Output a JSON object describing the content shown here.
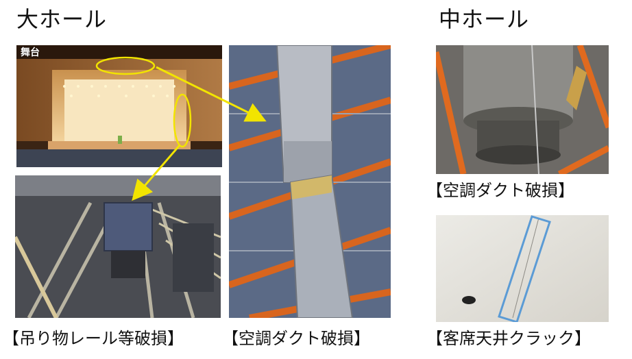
{
  "headings": {
    "large_hall": "大ホール",
    "middle_hall": "中ホール"
  },
  "photos": {
    "stage": {
      "overlay_label": "舞台"
    }
  },
  "captions": {
    "rail_damage": "【吊り物レール等破損】",
    "duct_damage_large": "【空調ダクト破損】",
    "duct_damage_middle": "【空調ダクト破損】",
    "ceiling_crack": "【客席天井クラック】"
  },
  "colors": {
    "highlight_yellow": "#f2e400",
    "crack_box_blue": "#5b9bd5"
  }
}
